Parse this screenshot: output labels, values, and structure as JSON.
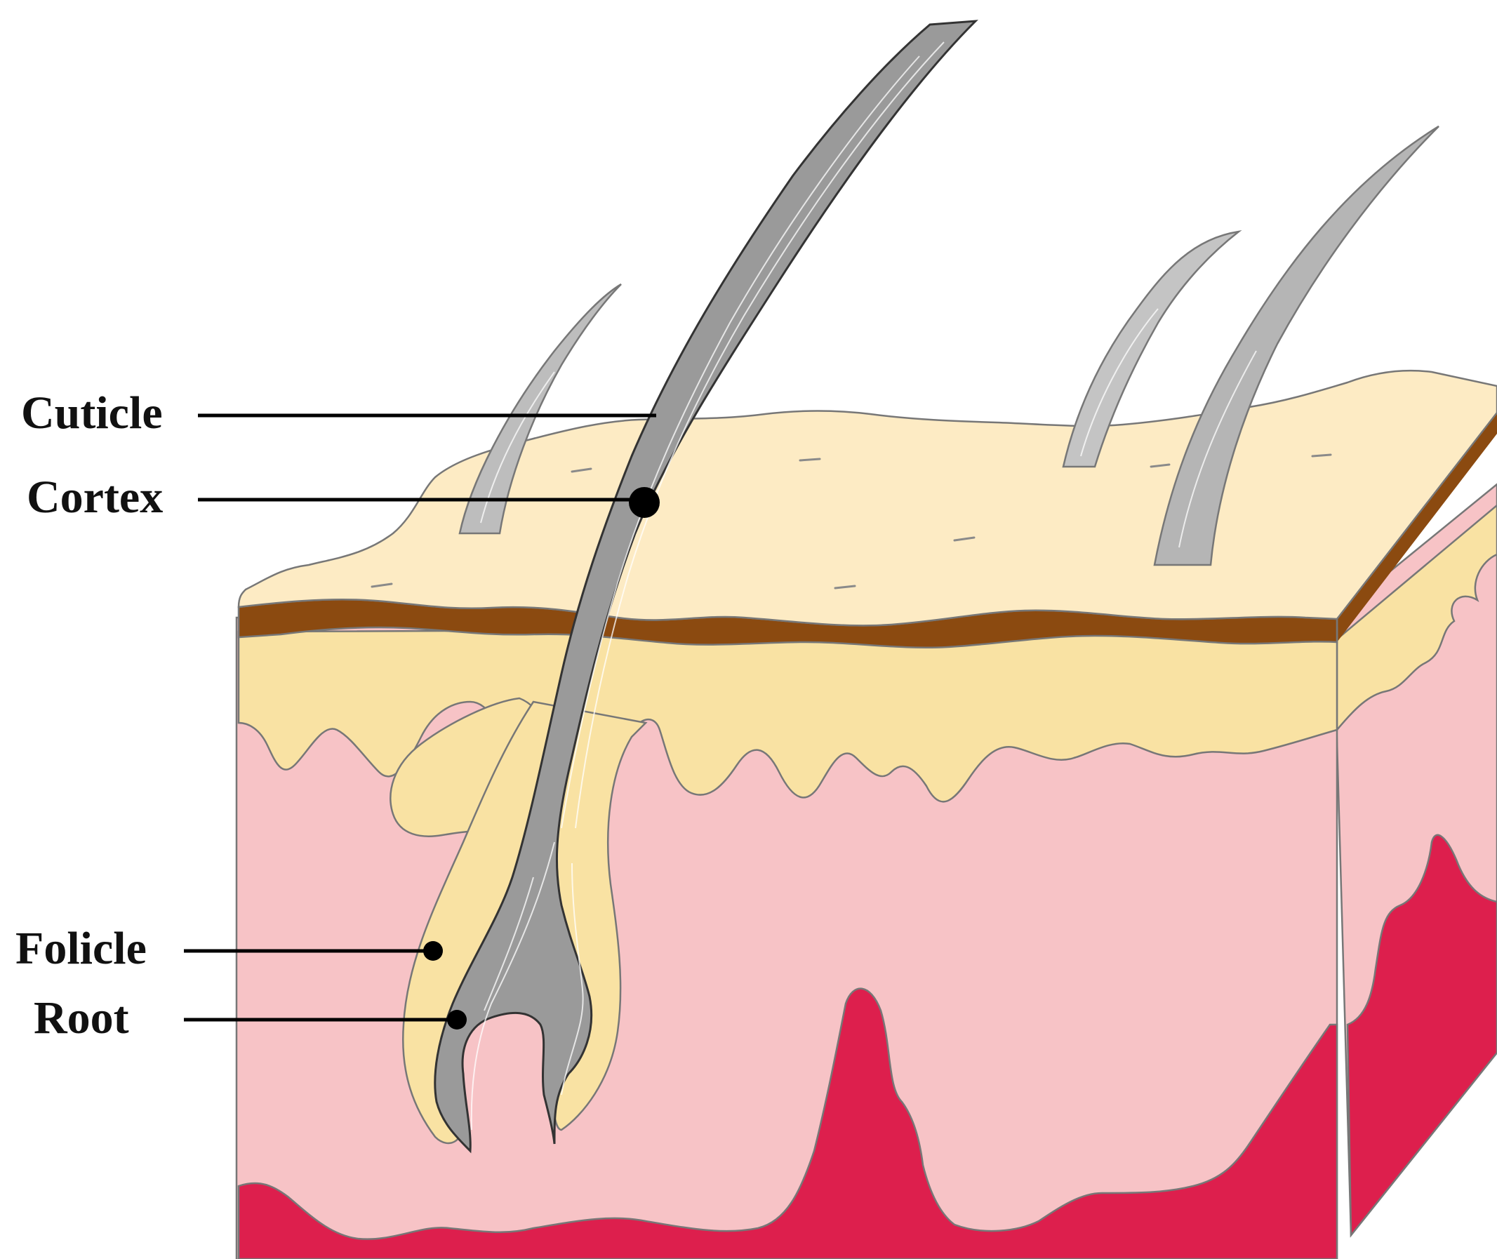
{
  "labels": {
    "cuticle": "Cuticle",
    "cortex": "Cortex",
    "folicle": "Folicle",
    "root": "Root"
  },
  "colors": {
    "epidermis_top": "#fdebc4",
    "epidermis": "#f9e2a3",
    "melanin_band": "#8b4a10",
    "dermis": "#f7c3c6",
    "deep_tissue": "#dd1f4d",
    "hair_fill": "#9a9a9a",
    "hair_highlight": "#ffffff",
    "outline": "#777777",
    "leader": "#000000"
  }
}
